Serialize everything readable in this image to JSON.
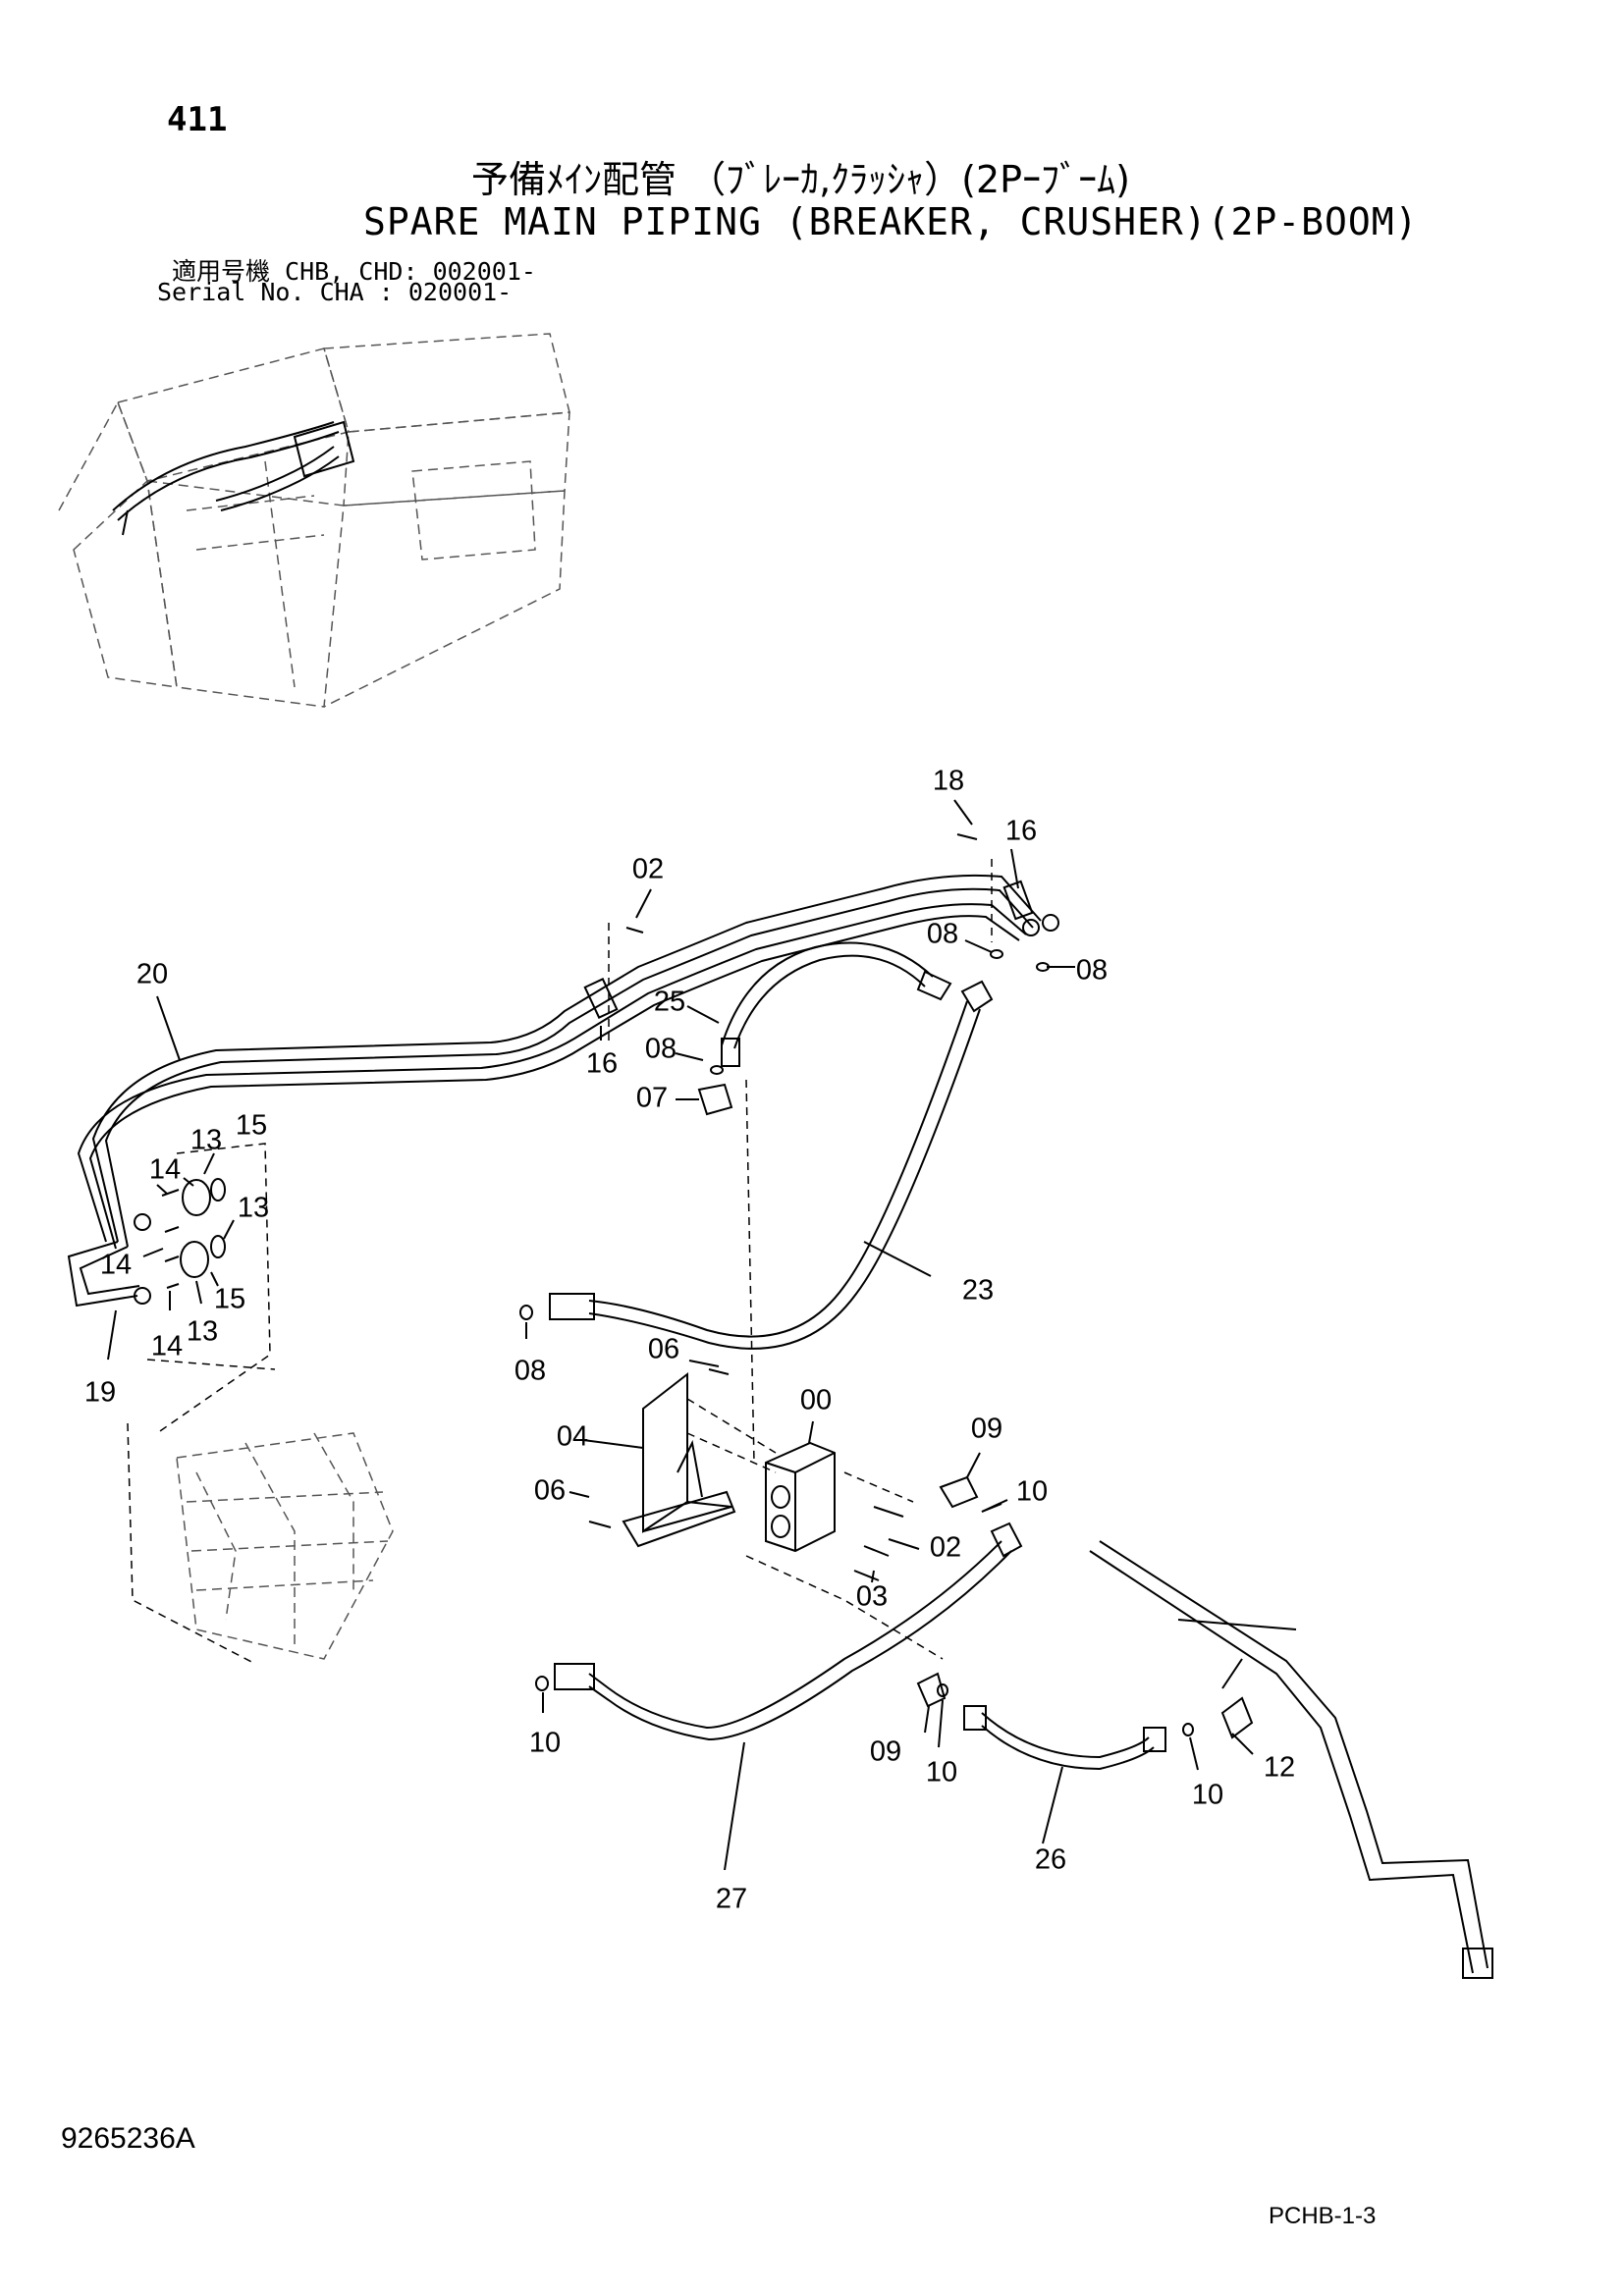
{
  "header": {
    "page_number": "411",
    "title_jp": "予備ﾒｲﾝ配管 （ﾌﾞﾚｰｶ,ｸﾗｯｼｬ）(2Pｰﾌﾞｰﾑ)",
    "title_en": "SPARE MAIN PIPING (BREAKER, CRUSHER)(2P-BOOM)",
    "serial_line_1": "適用号機 CHB, CHD: 002001-",
    "serial_line_2": "Serial No. CHA      : 020001-"
  },
  "callouts": [
    "18",
    "16",
    "02",
    "08",
    "08",
    "20",
    "25",
    "08",
    "16",
    "07",
    "15",
    "13",
    "14",
    "13",
    "14",
    "15",
    "13",
    "14",
    "19",
    "23",
    "08",
    "06",
    "00",
    "04",
    "09",
    "06",
    "10",
    "02",
    "03",
    "10",
    "09",
    "10",
    "12",
    "10",
    "26",
    "27"
  ],
  "footer": {
    "drawing_number": "9265236A",
    "page_code": "PCHB-1-3"
  }
}
